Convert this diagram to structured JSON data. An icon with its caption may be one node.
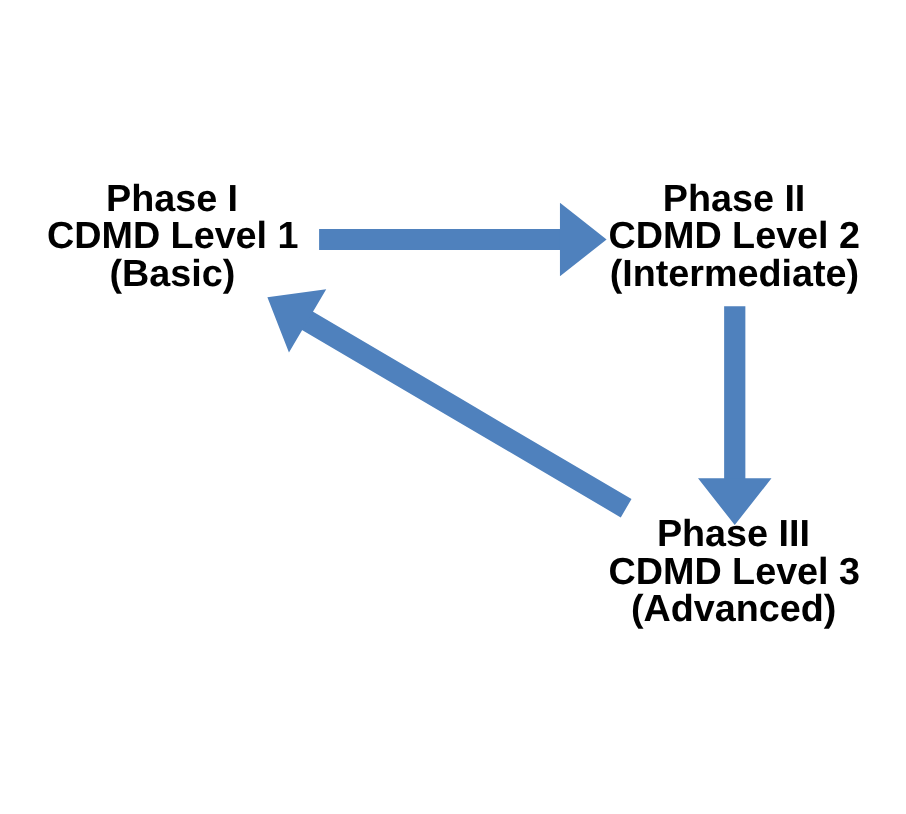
{
  "diagram": {
    "nodes": [
      {
        "text": [
          "Phase I",
          "CDMD Level 1",
          "(Basic)"
        ]
      },
      {
        "text": [
          "Phase II",
          "CDMD Level 2",
          "(Intermediate)"
        ]
      },
      {
        "text": [
          "Phase III",
          "CDMD Level 3",
          "(Advanced)"
        ]
      }
    ],
    "edges": [
      {
        "from": 0,
        "to": 1,
        "arrow": "to"
      },
      {
        "from": 1,
        "to": 2,
        "arrow": "to"
      },
      {
        "from": 2,
        "to": 0,
        "arrow": "to"
      }
    ]
  }
}
